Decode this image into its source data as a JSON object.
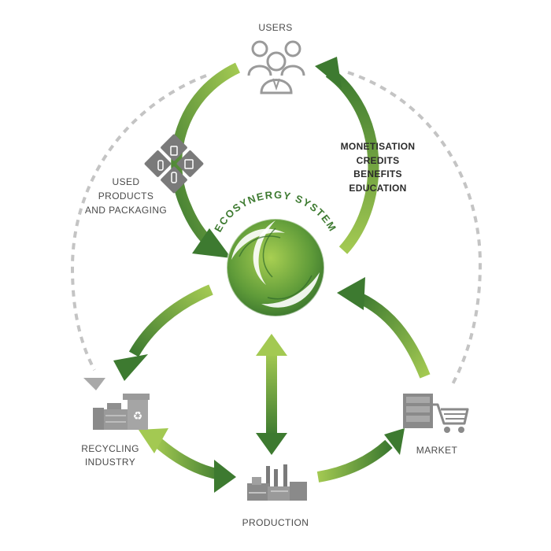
{
  "title": "ECOSYNERGY SYSTEM",
  "nodes": {
    "users": "USERS",
    "used_products": [
      "USED",
      "PRODUCTS",
      "AND PACKAGING"
    ],
    "recycling": [
      "RECYCLING",
      "INDUSTRY"
    ],
    "production": "PRODUCTION",
    "market": "MARKET"
  },
  "benefits": [
    "MONETISATION",
    "CREDITS",
    "BENEFITS",
    "EDUCATION"
  ],
  "colors": {
    "dark_green": "#3d7a30",
    "mid_green": "#5f9b39",
    "light_green": "#9cc54a",
    "gray_icon": "#9a9a9a",
    "dashed_gray": "#c4c4c4"
  },
  "icons": [
    "users-icon",
    "products-packaging-icon",
    "ecosynergy-logo-icon",
    "recycling-factory-icon",
    "production-factory-icon",
    "market-cart-icon"
  ]
}
